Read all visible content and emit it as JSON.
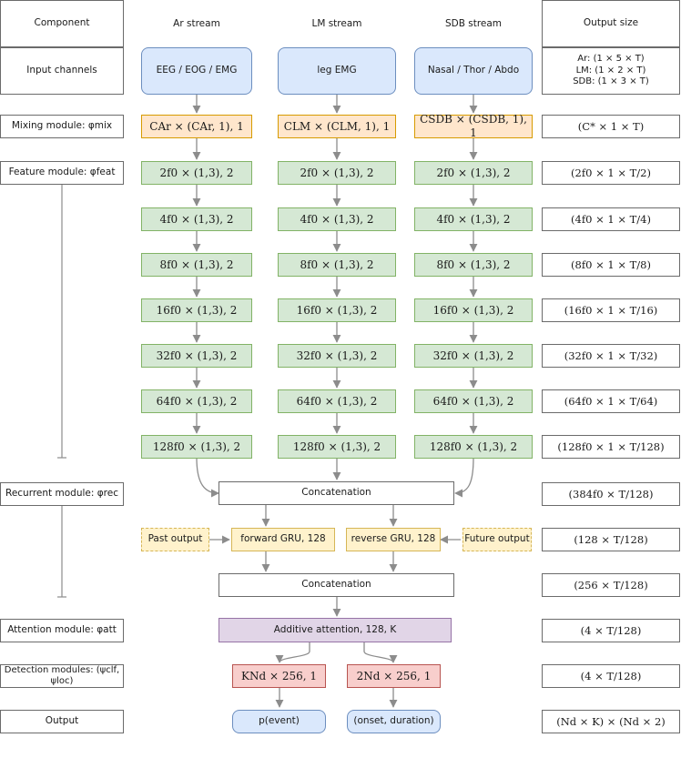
{
  "headers": {
    "component": "Component",
    "ar": "Ar stream",
    "lm": "LM stream",
    "sdb": "SDB stream",
    "output_size": "Output size"
  },
  "components": {
    "input": "Input channels",
    "mixing": "Mixing module: φmix",
    "feature": "Feature module: φfeat",
    "recurrent": "Recurrent module: φrec",
    "attention": "Attention module: φatt",
    "detection": "Detection modules: (ψclf, ψloc)",
    "output": "Output"
  },
  "inputs": {
    "ar": "EEG / EOG / EMG",
    "lm": "leg EMG",
    "sdb": "Nasal / Thor / Abdo"
  },
  "mixing": {
    "ar": "CAr × (CAr, 1), 1",
    "lm": "CLM × (CLM, 1), 1",
    "sdb": "CSDB × (CSDB, 1), 1"
  },
  "feature_layers": [
    "2f0 × (1,3), 2",
    "4f0 × (1,3), 2",
    "8f0 × (1,3), 2",
    "16f0 × (1,3), 2",
    "32f0 × (1,3), 2",
    "64f0 × (1,3), 2",
    "128f0 × (1,3), 2"
  ],
  "recurrent": {
    "concat1": "Concatenation",
    "past": "Past output",
    "forward": "forward GRU, 128",
    "reverse": "reverse GRU, 128",
    "future": "Future output",
    "concat2": "Concatenation"
  },
  "attention": "Additive attention, 128, K",
  "detection": {
    "clf": "KNd × 256, 1",
    "loc": "2Nd × 256, 1"
  },
  "outputs": {
    "event": "p(event)",
    "onset": "(onset, duration)"
  },
  "output_sizes": {
    "input": "Ar: (1 × 5 × T)\nLM: (1 × 2 × T)\nSDB: (1 × 3 × T)",
    "mixing": "(C* × 1 × T)",
    "feat1": "(2f0 × 1 × T/2)",
    "feat2": "(4f0 × 1 × T/4)",
    "feat3": "(8f0 × 1 × T/8)",
    "feat4": "(16f0 × 1 × T/16)",
    "feat5": "(32f0 × 1 × T/32)",
    "feat6": "(64f0 × 1 × T/64)",
    "feat7": "(128f0 × 1 × T/128)",
    "concat1": "(384f0 × T/128)",
    "gru": "(128 × T/128)",
    "concat2": "(256 × T/128)",
    "attention": "(4 × T/128)",
    "detection": "(4 × T/128)",
    "output": "(Nd × K) × (Nd × 2)"
  }
}
